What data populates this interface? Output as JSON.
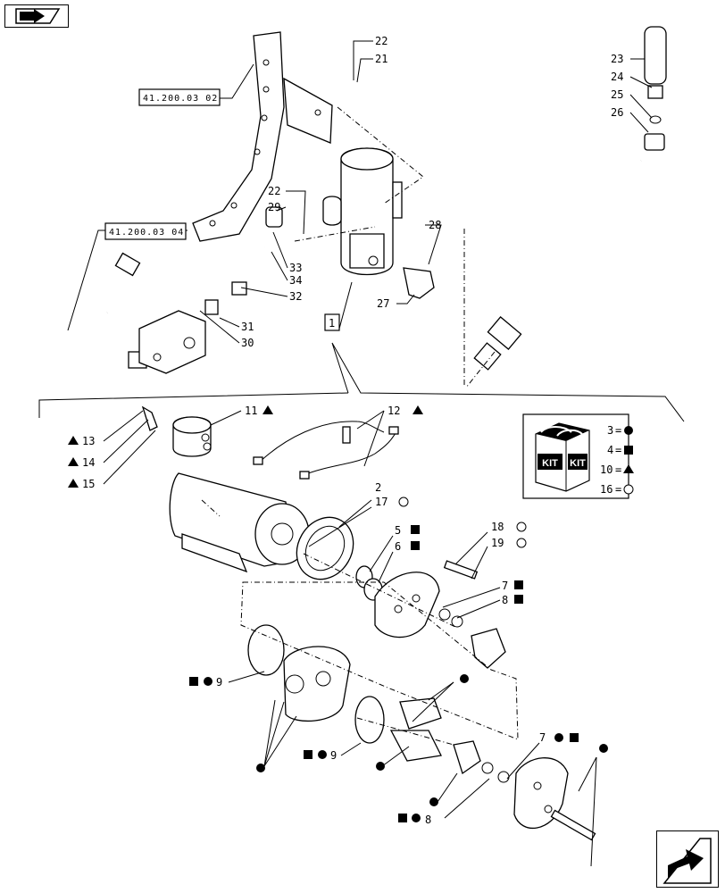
{
  "refs": {
    "r1": "41.200.03 02",
    "r2": "41.200.03 04"
  },
  "box_label": "1",
  "callouts": {
    "c21": "21",
    "c22a": "22",
    "c22b": "22",
    "c23": "23",
    "c24": "24",
    "c25": "25",
    "c26": "26",
    "c27": "27",
    "c28": "28",
    "c29": "29",
    "c30": "30",
    "c31": "31",
    "c32": "32",
    "c33": "33",
    "c34": "34",
    "c2": "2",
    "c5": "5",
    "c6": "6",
    "c7a": "7",
    "c7b": "7",
    "c8a": "8",
    "c8b": "8",
    "c9a": "9",
    "c9b": "9",
    "c11": "11",
    "c12": "12",
    "c13": "13",
    "c14": "14",
    "c15": "15",
    "c17": "17",
    "c18": "18",
    "c19": "19"
  },
  "kit_legend": {
    "box_text_1": "KIT",
    "box_text_2": "KIT",
    "rows": [
      {
        "number": "3",
        "eq": "=",
        "symbol": "circle"
      },
      {
        "number": "4",
        "eq": "=",
        "symbol": "square"
      },
      {
        "number": "10",
        "eq": "=",
        "symbol": "triangle"
      },
      {
        "number": "16",
        "eq": "=",
        "symbol": "open-circle"
      }
    ]
  },
  "nav": {
    "prev_icon": "back-arrow-icon",
    "next_icon": "forward-arrow-icon"
  }
}
